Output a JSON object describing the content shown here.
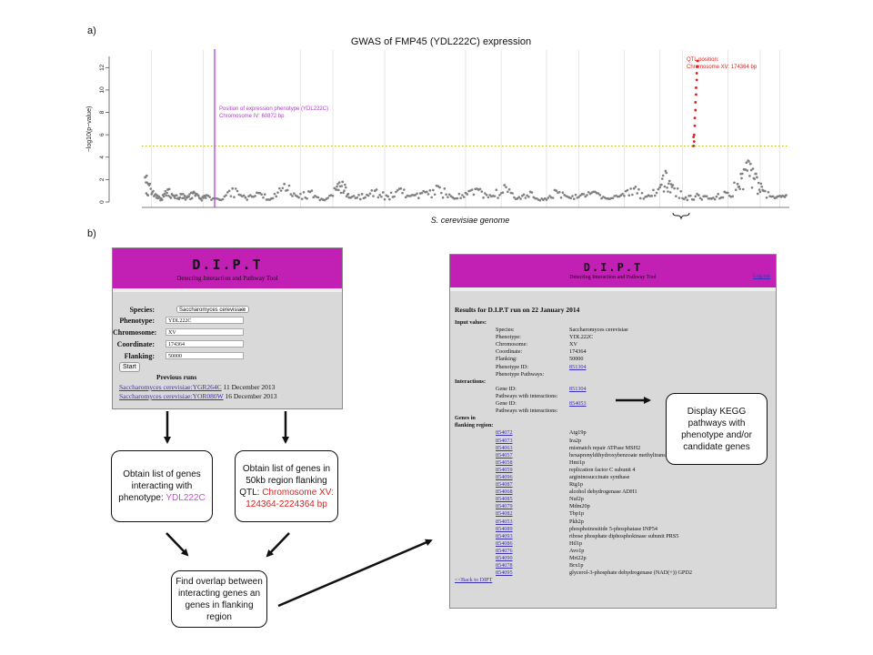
{
  "panel_a": {
    "letter": "a)",
    "chart_data": {
      "type": "scatter",
      "title": "GWAS of FMP45 (YDL222C) expression",
      "xlabel": "S. cerevisiae genome",
      "ylabel": "−log10(p−value)",
      "ylim": [
        0,
        13
      ],
      "yticks": [
        0,
        2,
        4,
        6,
        8,
        10,
        12
      ],
      "threshold": 5,
      "series": [
        {
          "color": "#808080",
          "points": [
            [
              0.005,
              2.2
            ],
            [
              0.01,
              1.6
            ],
            [
              0.02,
              0.6
            ],
            [
              0.03,
              0.3
            ],
            [
              0.04,
              1.1
            ],
            [
              0.05,
              0.5
            ],
            [
              0.06,
              0.7
            ],
            [
              0.07,
              0.4
            ],
            [
              0.08,
              0.9
            ],
            [
              0.09,
              0.3
            ],
            [
              0.1,
              0.6
            ],
            [
              0.12,
              0.2
            ],
            [
              0.14,
              1.2
            ],
            [
              0.16,
              0.4
            ],
            [
              0.18,
              0.8
            ],
            [
              0.2,
              0.3
            ],
            [
              0.22,
              1.6
            ],
            [
              0.24,
              0.5
            ],
            [
              0.26,
              0.9
            ],
            [
              0.28,
              0.2
            ],
            [
              0.3,
              1.1
            ],
            [
              0.31,
              1.8
            ],
            [
              0.32,
              0.4
            ],
            [
              0.34,
              0.7
            ],
            [
              0.36,
              1.0
            ],
            [
              0.38,
              0.5
            ],
            [
              0.4,
              1.2
            ],
            [
              0.42,
              0.6
            ],
            [
              0.44,
              0.9
            ],
            [
              0.46,
              1.3
            ],
            [
              0.48,
              0.4
            ],
            [
              0.5,
              0.8
            ],
            [
              0.52,
              1.1
            ],
            [
              0.54,
              0.5
            ],
            [
              0.56,
              1.5
            ],
            [
              0.58,
              0.3
            ],
            [
              0.6,
              0.9
            ],
            [
              0.62,
              0.2
            ],
            [
              0.64,
              1.0
            ],
            [
              0.66,
              0.4
            ],
            [
              0.68,
              0.7
            ],
            [
              0.7,
              0.9
            ],
            [
              0.72,
              0.3
            ],
            [
              0.74,
              0.6
            ],
            [
              0.76,
              1.2
            ],
            [
              0.78,
              0.5
            ],
            [
              0.8,
              1.3
            ],
            [
              0.81,
              2.6
            ],
            [
              0.82,
              1.5
            ],
            [
              0.84,
              0.4
            ],
            [
              0.86,
              0.6
            ],
            [
              0.88,
              0.3
            ],
            [
              0.9,
              0.9
            ],
            [
              0.92,
              1.6
            ],
            [
              0.93,
              2.9
            ],
            [
              0.94,
              3.4
            ],
            [
              0.95,
              2.2
            ],
            [
              0.96,
              1.0
            ],
            [
              0.98,
              0.4
            ],
            [
              0.995,
              0.6
            ]
          ]
        },
        {
          "color": "#e0201c",
          "points": [
            [
              0.853,
              5.4
            ],
            [
              0.853,
              6.0
            ],
            [
              0.854,
              6.8
            ],
            [
              0.854,
              7.5
            ],
            [
              0.855,
              8.2
            ],
            [
              0.855,
              8.9
            ],
            [
              0.856,
              9.6
            ],
            [
              0.856,
              10.2
            ],
            [
              0.857,
              10.9
            ],
            [
              0.857,
              11.5
            ],
            [
              0.858,
              12.1
            ],
            [
              0.858,
              12.6
            ],
            [
              0.852,
              5.0
            ],
            [
              0.852,
              5.8
            ]
          ]
        }
      ],
      "annotations": [
        {
          "text": "Position of expression phenotype (YDL222C)",
          "text2": "Chromosome IV: 60872 bp",
          "color": "#b23ac9"
        },
        {
          "text": "QTL position:",
          "text2": "Chromosome XV: 174364 bp",
          "color": "#e0201c"
        }
      ]
    }
  },
  "panel_b": {
    "letter": "b)",
    "dipt_form": {
      "logo": "D.I.P.T",
      "subtitle": "Detecting Interaction and Pathway Tool",
      "species_label": "Species:",
      "species_value": "Saccharomyces cerevisiae",
      "phenotype_label": "Phenotype:",
      "phenotype_value": "YDL222C",
      "chromosome_label": "Chromosome:",
      "chromosome_value": "XV",
      "coordinate_label": "Coordinate:",
      "coordinate_value": "174364",
      "flanking_label": "Flanking:",
      "flanking_value": "50000",
      "start_label": "Start",
      "previous_runs_title": "Previous runs",
      "runs": [
        {
          "link": "Saccharomyces cerevisiae:YGR264C",
          "date": "11 December 2013"
        },
        {
          "link": "Saccharomyces cerevisiae:YOR080W",
          "date": "16 December 2013"
        }
      ]
    },
    "dipt_results": {
      "logo": "D.I.P.T",
      "subtitle": "Detecting Interaction and Pathway Tool",
      "logout": "Log out",
      "heading": "Results for D.I.P.T run on 22 January 2014",
      "input_values_label": "Input values:",
      "inputs": [
        {
          "k": "Species:",
          "v": "Saccharomyces cerevisiae",
          "link": false
        },
        {
          "k": "Phenotype:",
          "v": "YDL222C",
          "link": false
        },
        {
          "k": "Chromosome:",
          "v": "XV",
          "link": false
        },
        {
          "k": "Coordinate:",
          "v": "174364",
          "link": false
        },
        {
          "k": "Flanking:",
          "v": "50000",
          "link": false
        },
        {
          "k": "Phenotype ID:",
          "v": "851304",
          "link": true
        },
        {
          "k": "Phenotype Pathways:",
          "v": "",
          "link": false
        }
      ],
      "interactions_label": "Interactions:",
      "interactions": [
        {
          "k": "Gene ID:",
          "v": "851304",
          "link": true
        },
        {
          "k": "Pathways with interactions:",
          "v": "",
          "link": false
        },
        {
          "k": "Gene ID:",
          "v": "854053",
          "link": true
        },
        {
          "k": "Pathways with interactions:",
          "v": "",
          "link": false
        }
      ],
      "genes_label_1": "Genes in",
      "genes_label_2": "flanking region:",
      "genes": [
        {
          "id": "854072",
          "name": "Atg19p"
        },
        {
          "id": "854073",
          "name": "Ira2p"
        },
        {
          "id": "854063",
          "name": "mismatch repair ATPase MSH2"
        },
        {
          "id": "854057",
          "name": "hexaprenyldihydroxybenzoate methyltransferase"
        },
        {
          "id": "854058",
          "name": "Hmi1p"
        },
        {
          "id": "854059",
          "name": "replication factor C subunit 4"
        },
        {
          "id": "854096",
          "name": "argininosuccinate synthase"
        },
        {
          "id": "854087",
          "name": "Rtg1p"
        },
        {
          "id": "854068",
          "name": "alcohol dehydrogenase ADH1"
        },
        {
          "id": "854085",
          "name": "Nuf2p"
        },
        {
          "id": "854079",
          "name": "Mdm20p"
        },
        {
          "id": "854082",
          "name": "Tbp1p"
        },
        {
          "id": "854053",
          "name": "Pkh2p"
        },
        {
          "id": "854089",
          "name": "phosphoinositide 5-phosphatase INP54"
        },
        {
          "id": "854093",
          "name": "ribose phosphate diphosphokinase subunit PRS5"
        },
        {
          "id": "854086",
          "name": "Htl1p"
        },
        {
          "id": "854076",
          "name": "Avo1p"
        },
        {
          "id": "854090",
          "name": "Mrt22p"
        },
        {
          "id": "854078",
          "name": "Brx1p"
        },
        {
          "id": "854095",
          "name": "glycerol-3-phosphate dehydrogenase (NAD(+)) GPD2"
        }
      ],
      "back_link": "<<Back to DIPT"
    },
    "flow": {
      "box1_text": "Obtain list of genes interacting with phenotype: ",
      "box1_highlight": "YDL222C",
      "box2_text": "Obtain list of genes in 50kb region flanking QTL: ",
      "box2_highlight": "Chromosome XV: 124364-2224364 bp",
      "box3_text": "Find overlap between interacting genes an genes in flanking region",
      "box4_text": "Display KEGG pathways with phenotype and/or candidate genes"
    }
  }
}
